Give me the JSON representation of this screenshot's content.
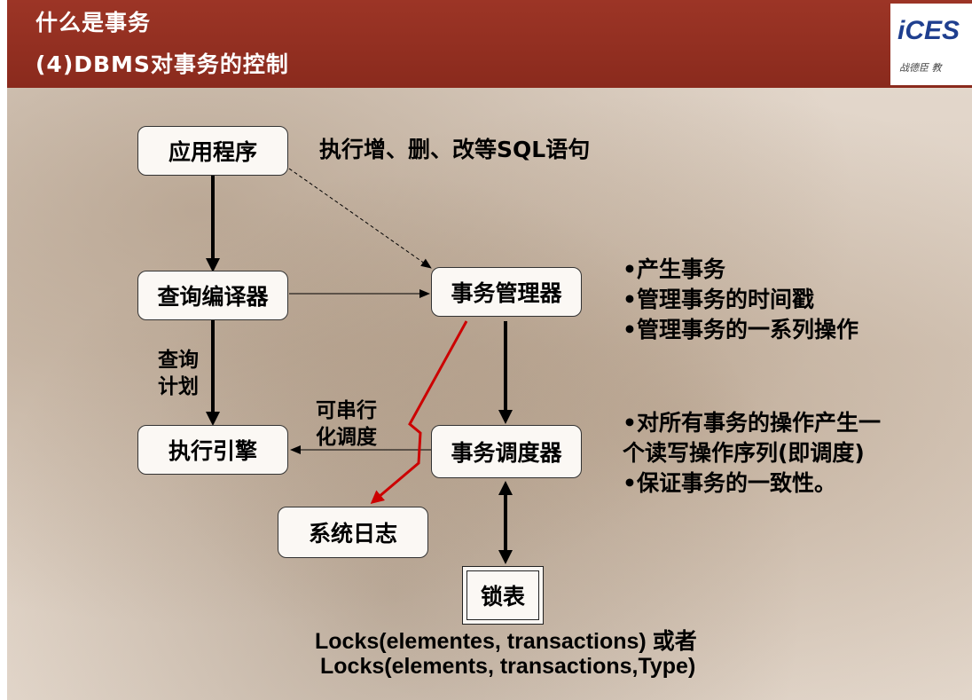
{
  "header": {
    "title_line1": "什么是事务",
    "title_line2": "(4)DBMS对事务的控制",
    "logo_text": "iCES",
    "logo_subtext": "战德臣 教"
  },
  "nodes": {
    "app": "应用程序",
    "compiler": "查询编译器",
    "engine": "执行引擎",
    "txn_manager": "事务管理器",
    "scheduler": "事务调度器",
    "log": "系统日志",
    "lock_table": "锁表"
  },
  "labels": {
    "sql_statements": "执行增、删、改等SQL语句",
    "query_plan_line1": "查询",
    "query_plan_line2": "计划",
    "serializable_line1": "可串行",
    "serializable_line2": "化调度"
  },
  "bullets": {
    "manager": [
      "•产生事务",
      "•管理事务的时间戳",
      "•管理事务的一系列操作"
    ],
    "scheduler": [
      "•对所有事务的操作产生一",
      "个读写操作序列(即调度)",
      "•保证事务的一致性。"
    ]
  },
  "footer": {
    "line1": "Locks(elementes, transactions) 或者",
    "line2": "Locks(elements, transactions,Type)"
  },
  "colors": {
    "header_bg": "#8a2a1d",
    "red_arrow": "#cc0000"
  }
}
